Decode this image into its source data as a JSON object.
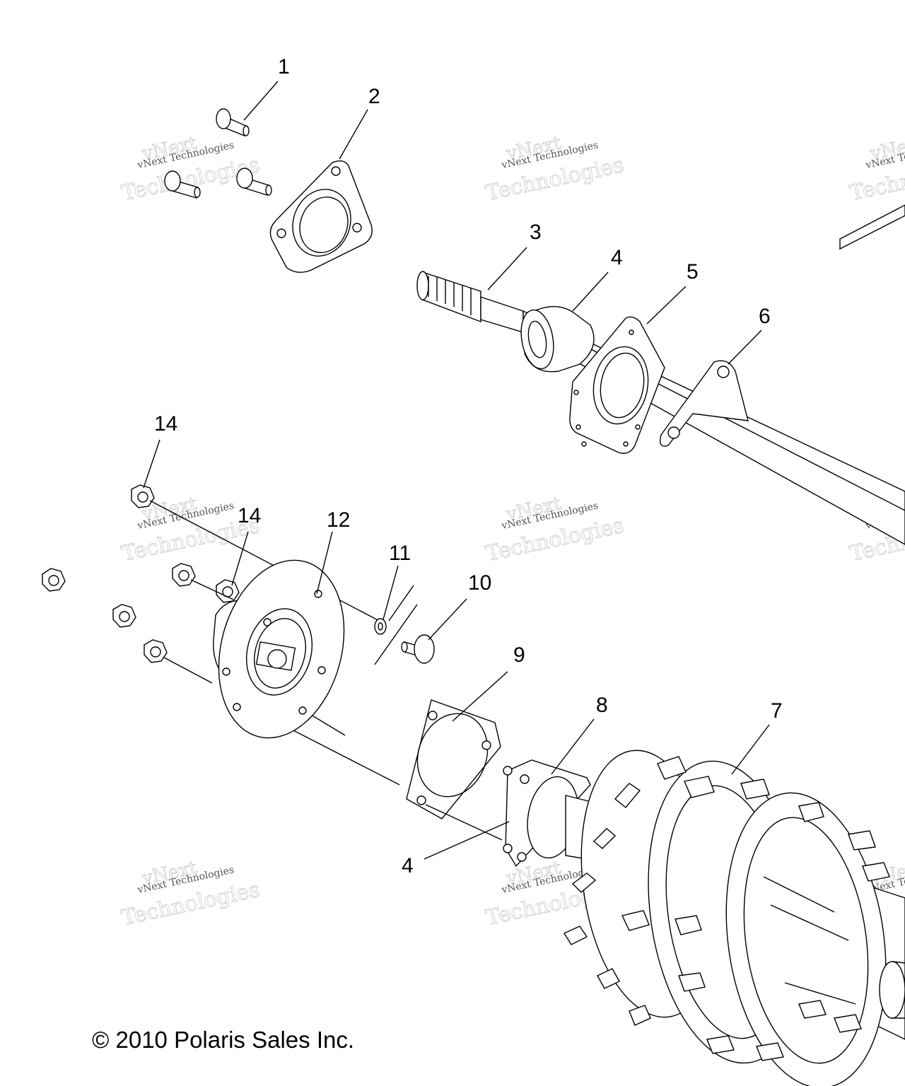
{
  "callouts": [
    "1",
    "2",
    "3",
    "4",
    "5",
    "6",
    "14",
    "14",
    "12",
    "11",
    "10",
    "9",
    "8",
    "7",
    "4"
  ],
  "watermark": {
    "line1": "vNext",
    "line2": "vNext Technologies",
    "line3": "Technologies"
  },
  "copyright": "© 2010 Polaris Sales Inc."
}
